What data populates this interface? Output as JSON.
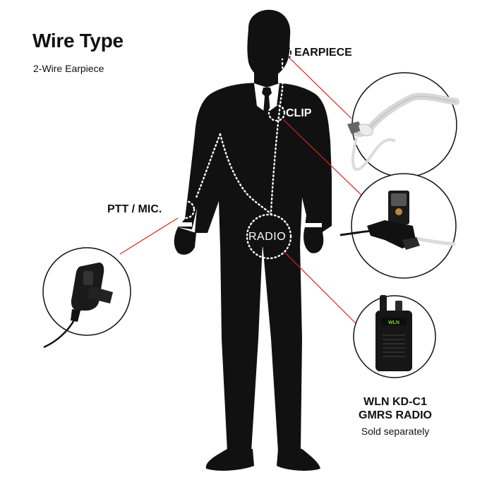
{
  "header": {
    "title": "Wire Type",
    "subtitle": "2-Wire Earpiece"
  },
  "callouts": {
    "earpiece": "EARPIECE",
    "clip": "CLIP",
    "ptt": "PTT / MIC.",
    "radio": "RADIO"
  },
  "product": {
    "line1": "WLN KD-C1",
    "line2": "GMRS RADIO",
    "note": "Sold separately",
    "brand": "WLN"
  },
  "colors": {
    "silhouette": "#111111",
    "leader_line": "#e01e1e",
    "dotted_wire": "#ffffff",
    "background": "#ffffff"
  }
}
